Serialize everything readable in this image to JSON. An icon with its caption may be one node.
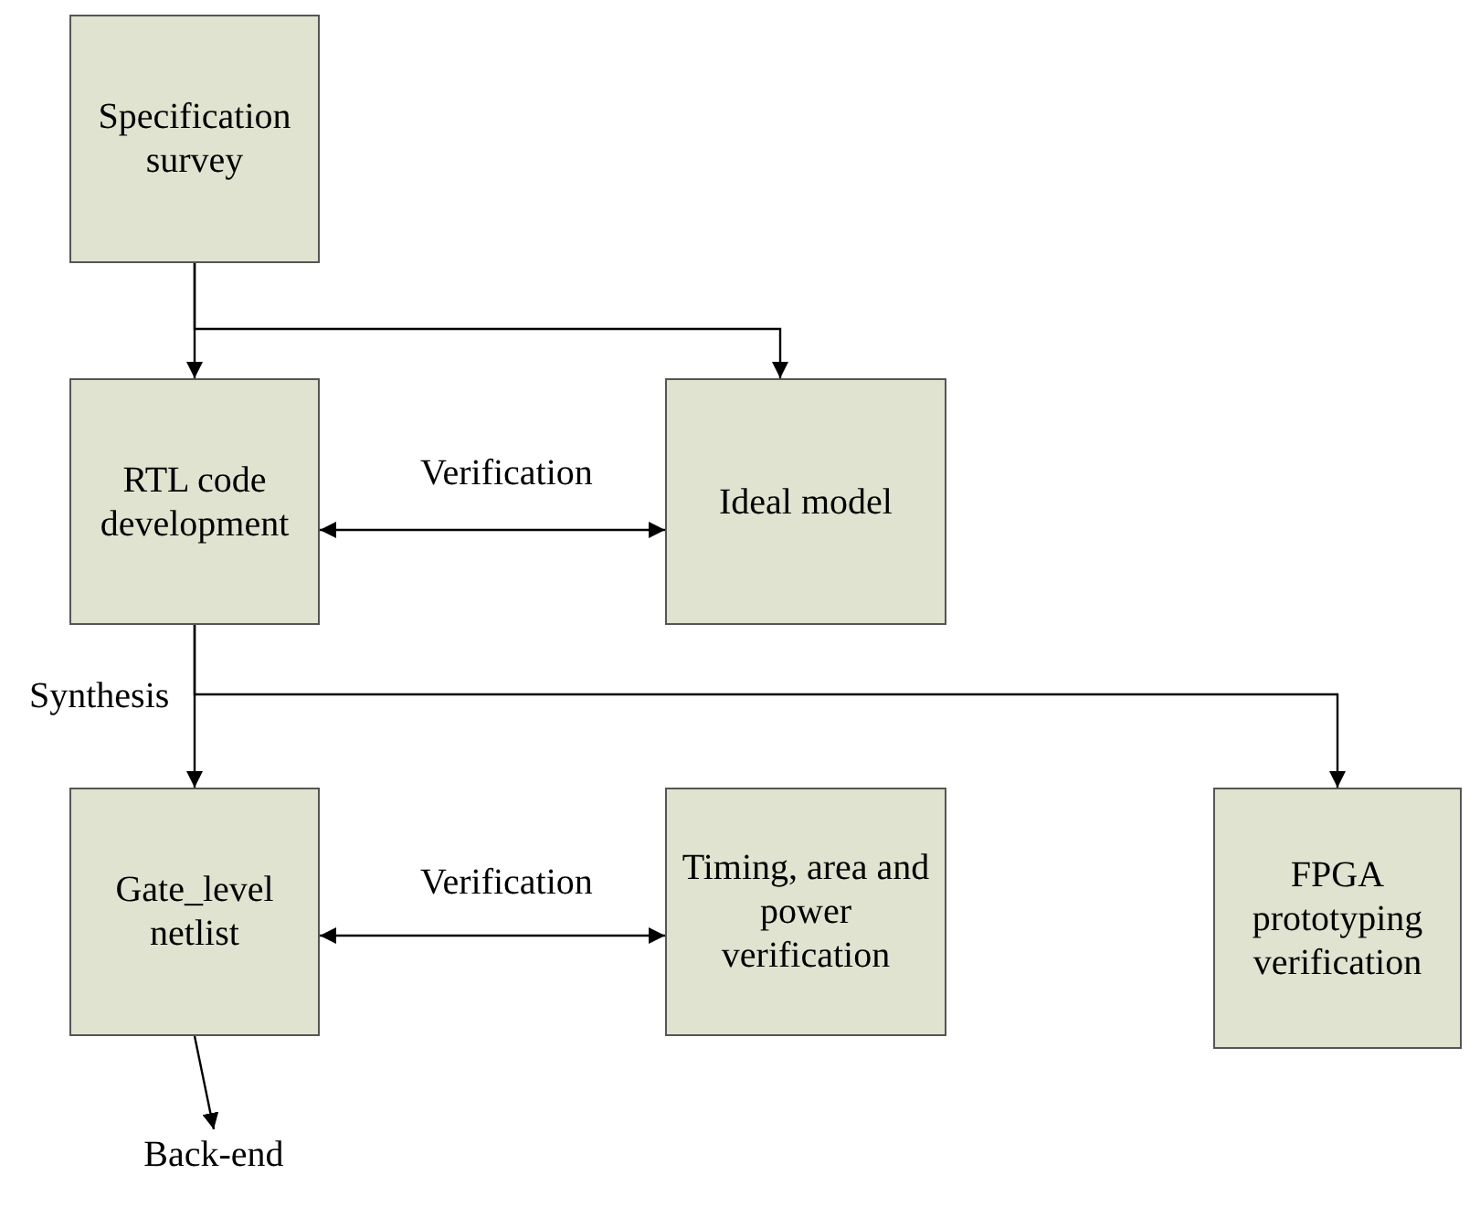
{
  "diagram": {
    "nodes": [
      {
        "text": [
          "Specification survey"
        ]
      },
      {
        "text": [
          "RTL code development"
        ]
      },
      {
        "text": [
          "Ideal model"
        ]
      },
      {
        "text": [
          "Gate_level netlist"
        ]
      },
      {
        "text": [
          "Timing, area and power verification"
        ]
      },
      {
        "text": [
          "FPGA prototyping verification"
        ]
      },
      {
        "text": [
          "Back-end"
        ]
      }
    ],
    "edges": [
      {
        "from": 0,
        "to": 1,
        "arrow": "to"
      },
      {
        "from": 0,
        "to": 2,
        "arrow": "to"
      },
      {
        "from": 1,
        "to": 2,
        "arrow": "both",
        "label": "Verification"
      },
      {
        "from": 1,
        "to": 3,
        "arrow": "to",
        "label": "Synthesis"
      },
      {
        "from": 1,
        "to": 5,
        "arrow": "to"
      },
      {
        "from": 3,
        "to": 4,
        "arrow": "both",
        "label": "Verification"
      },
      {
        "from": 3,
        "to": 6,
        "arrow": "to"
      }
    ]
  }
}
